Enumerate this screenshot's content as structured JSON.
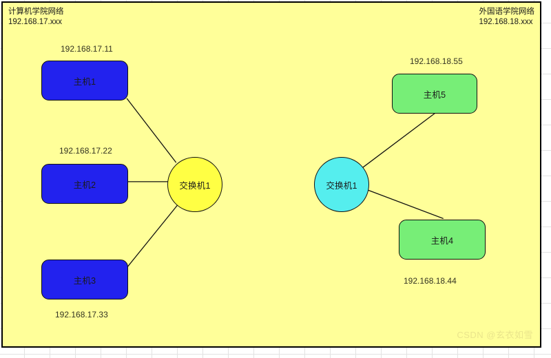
{
  "canvas": {
    "background_color": "#ffff99",
    "border_color": "#000000"
  },
  "zones": [
    {
      "name": "计算机学院网络",
      "subnet": "192.168.17.xxx",
      "text": "计算机学院网络\n192.168.17.xxx"
    },
    {
      "name": "外国语学院网络",
      "subnet": "192.168.18.xxx",
      "text": "外国语学院网络\n192.168.18.xxx"
    }
  ],
  "nodes": {
    "host1": {
      "label": "主机1",
      "ip": "192.168.17.11",
      "color": "#2222ee",
      "shape": "rounded-rect"
    },
    "host2": {
      "label": "主机2",
      "ip": "192.168.17.22",
      "color": "#2222ee",
      "shape": "rounded-rect"
    },
    "host3": {
      "label": "主机3",
      "ip": "192.168.17.33",
      "color": "#2222ee",
      "shape": "rounded-rect"
    },
    "host5": {
      "label": "主机5",
      "ip": "192.168.18.55",
      "color": "#77ee77",
      "shape": "rounded-rect"
    },
    "host4": {
      "label": "主机4",
      "ip": "192.168.18.44",
      "color": "#77ee77",
      "shape": "rounded-rect"
    },
    "switch_left": {
      "label": "交换机1",
      "color": "#ffff44",
      "shape": "circle"
    },
    "switch_right": {
      "label": "交换机1",
      "color": "#55eeee",
      "shape": "circle"
    }
  },
  "links": [
    {
      "from": "host1",
      "to": "switch_left"
    },
    {
      "from": "host2",
      "to": "switch_left"
    },
    {
      "from": "host3",
      "to": "switch_left"
    },
    {
      "from": "switch_right",
      "to": "host5"
    },
    {
      "from": "switch_right",
      "to": "host4"
    }
  ],
  "watermark": "CSDN @玄衣如雪"
}
